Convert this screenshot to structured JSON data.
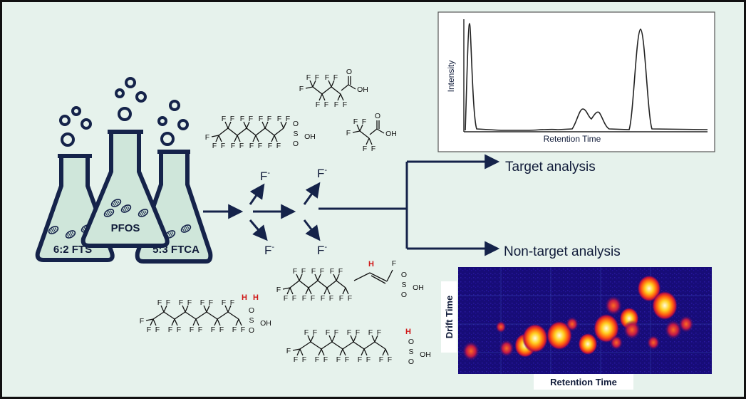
{
  "flasks": [
    {
      "label": "6:2 FTS"
    },
    {
      "label": "PFOS"
    },
    {
      "label": "5:3 FTCA"
    }
  ],
  "fluoride_ions": [
    "F",
    "F",
    "F",
    "F"
  ],
  "ion_charge": "-",
  "atoms": {
    "fluorine": "F",
    "hydrogen": "H",
    "oxygen": "O",
    "sulfur": "S",
    "hydroxyl": "OH"
  },
  "outputs": {
    "target": "Target analysis",
    "nontarget": "Non-target analysis"
  },
  "chromatogram": {
    "ylabel": "Intensity",
    "xlabel": "Retention Time"
  },
  "heatmap": {
    "ylabel": "Drift Time",
    "xlabel": "Retention Time"
  },
  "colors": {
    "background": "#e6f2ec",
    "navy": "#15234a",
    "hydrogen_red": "#d01818",
    "flask_fill": "#cfe6da",
    "heatmap_bg": "#140a6e"
  }
}
